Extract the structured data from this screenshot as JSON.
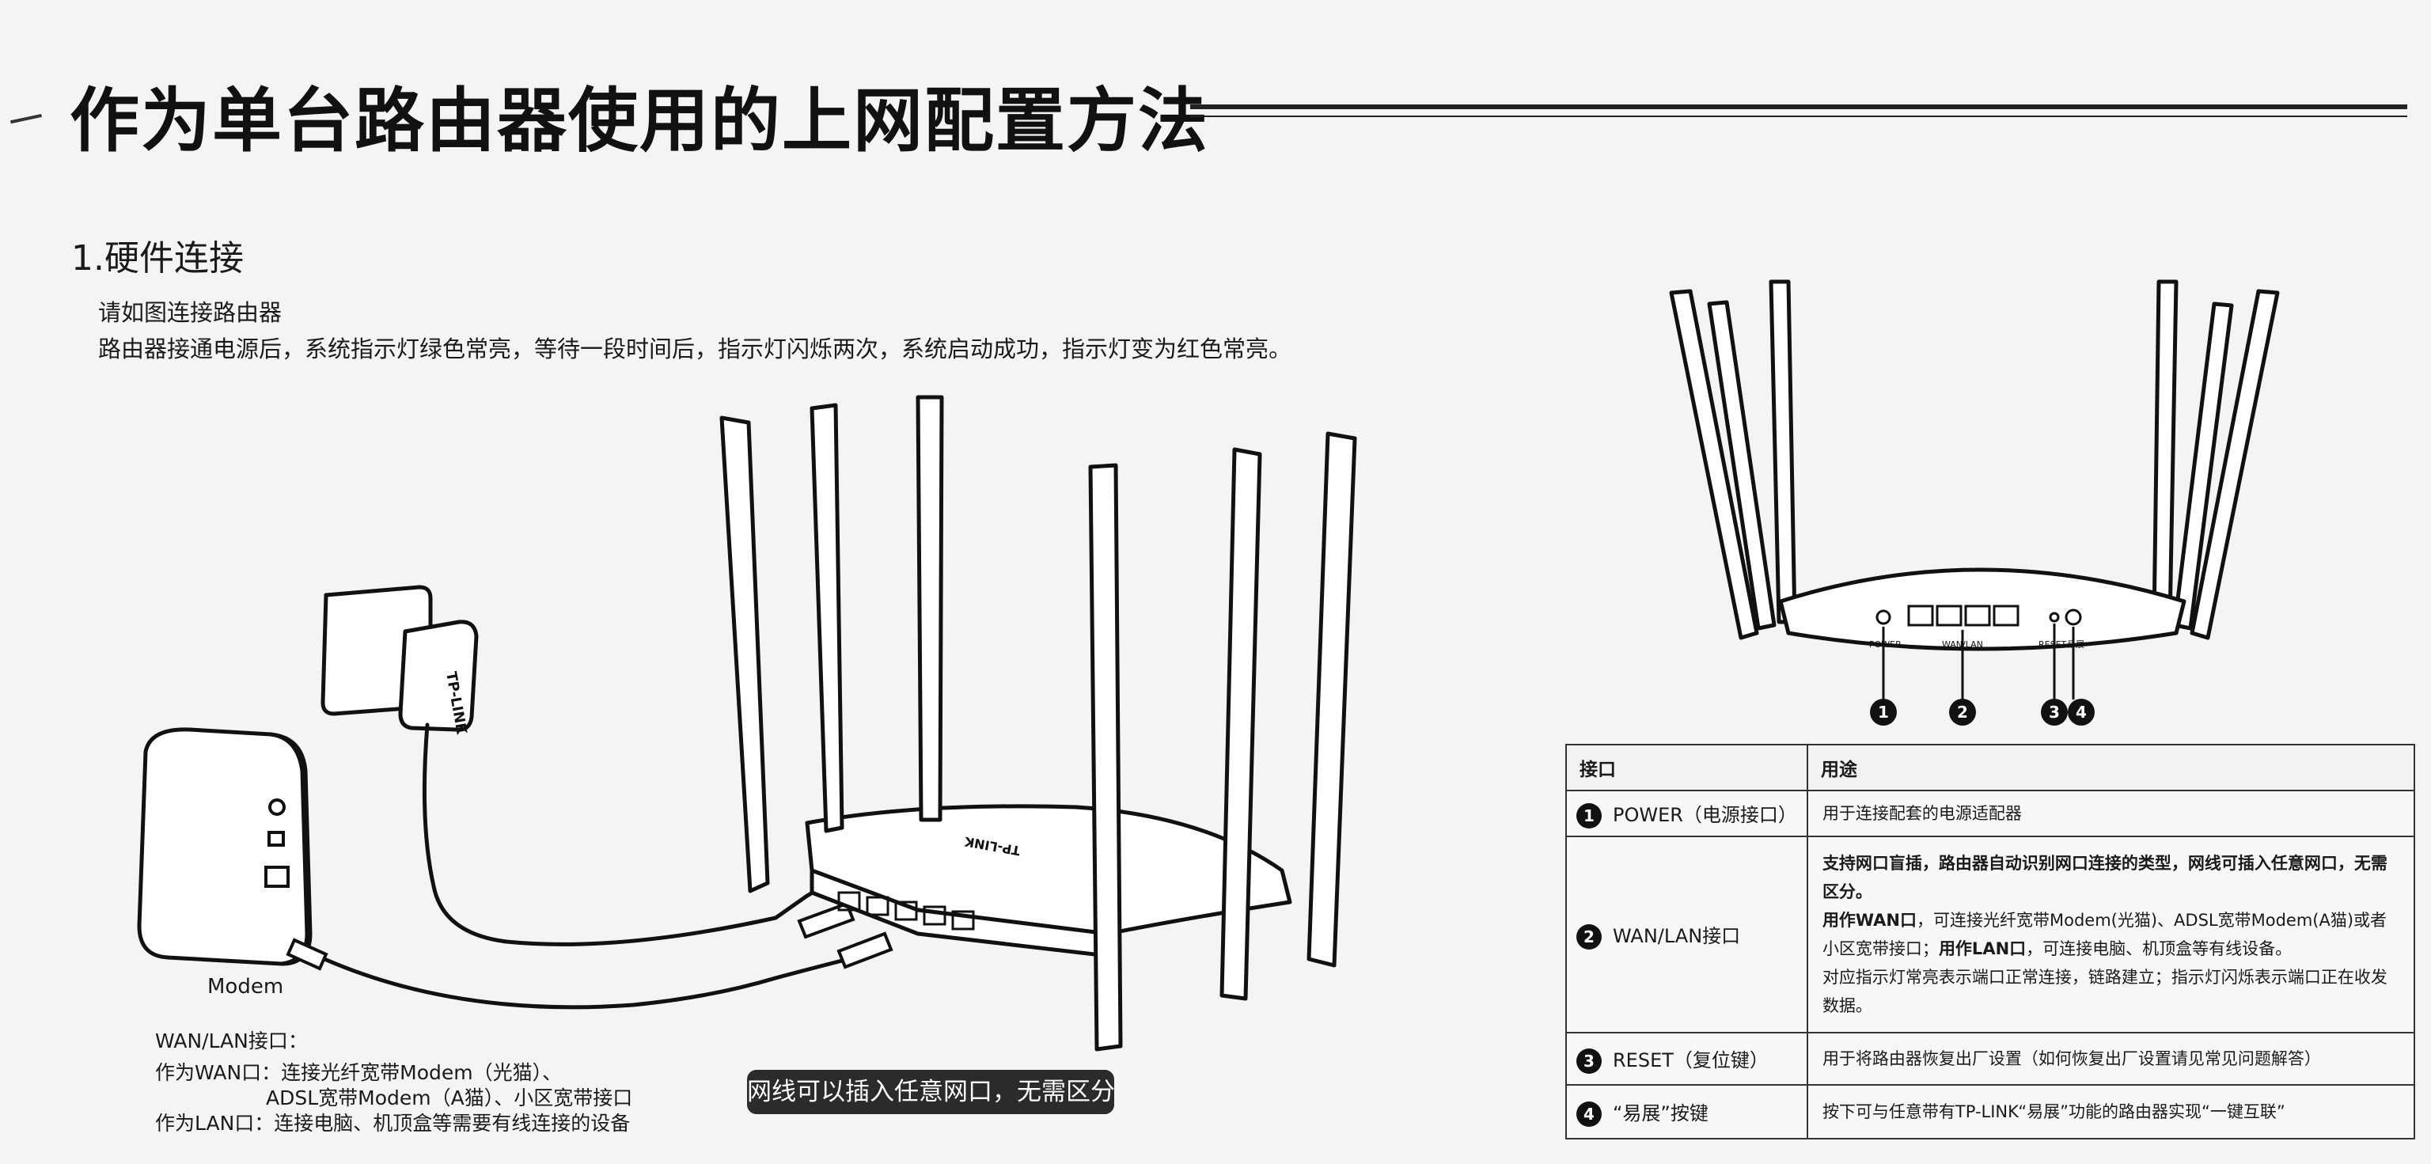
{
  "header": {
    "title": "作为单台路由器使用的上网配置方法"
  },
  "section": {
    "heading": "1.硬件连接",
    "intro_line1": "请如图连接路由器",
    "intro_line2": "路由器接通电源后，系统指示灯绿色常亮，等待一段时间后，指示灯闪烁两次，系统启动成功，指示灯变为红色常亮。"
  },
  "diagram": {
    "modem_label": "Modem",
    "adapter_brand": "TP-LINK",
    "router_brand": "TP-LINK",
    "wan_lan_heading": "WAN/LAN接口：",
    "wan_line1": "作为WAN口：连接光纤宽带Modem（光猫）、",
    "wan_line2": "ADSL宽带Modem（A猫）、小区宽带接口",
    "lan_line": "作为LAN口：连接电脑、机顶盒等需要有线连接的设备",
    "note": "网线可以插入任意网口，无需区分"
  },
  "back_view": {
    "labels": [
      "POWER",
      "WAN/LAN",
      "RESET",
      "易展"
    ],
    "callouts": [
      "1",
      "2",
      "3",
      "4"
    ]
  },
  "table": {
    "header_port": "接口",
    "header_use": "用途",
    "rows": [
      {
        "num": "1",
        "port": "POWER（电源接口）",
        "use": "用于连接配套的电源适配器"
      },
      {
        "num": "2",
        "port": "WAN/LAN接口",
        "use_bold1": "支持网口盲插，路由器自动识别网口连接的类型，网线可插入任意网口，无需区分。",
        "use_bold2": "用作WAN口",
        "use_text2": "，可连接光纤宽带Modem(光猫)、ADSL宽带Modem(A猫)或者小区宽带接口；",
        "use_bold3": "用作LAN口",
        "use_text3": "，可连接电脑、机顶盒等有线设备。",
        "use_text4": "对应指示灯常亮表示端口正常连接，链路建立；指示灯闪烁表示端口正在收发数据。"
      },
      {
        "num": "3",
        "port": "RESET（复位键）",
        "use": "用于将路由器恢复出厂设置（如何恢复出厂设置请见常见问题解答）"
      },
      {
        "num": "4",
        "port": "“易展”按键",
        "use": "按下可与任意带有TP-LINK“易展”功能的路由器实现“一键互联”"
      }
    ]
  }
}
